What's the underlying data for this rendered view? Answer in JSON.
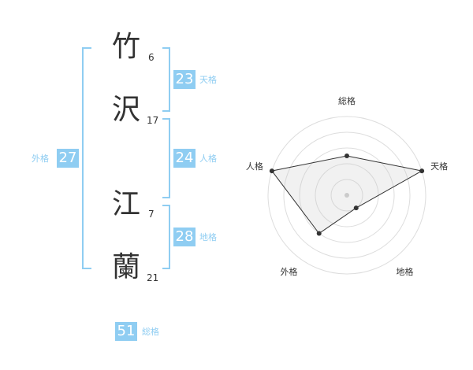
{
  "name": {
    "chars": [
      {
        "char": "竹",
        "strokes": "6"
      },
      {
        "char": "沢",
        "strokes": "17"
      },
      {
        "char": "江",
        "strokes": "7"
      },
      {
        "char": "蘭",
        "strokes": "21"
      }
    ]
  },
  "fortunes": {
    "tenkaku": {
      "value": "23",
      "label": "天格"
    },
    "jinkaku": {
      "value": "24",
      "label": "人格"
    },
    "chikaku": {
      "value": "28",
      "label": "地格"
    },
    "gaikaku": {
      "value": "27",
      "label": "外格"
    },
    "soukaku": {
      "value": "51",
      "label": "総格"
    }
  },
  "colors": {
    "accent": "#8fcdf2",
    "text": "#333333"
  },
  "chart_data": {
    "type": "radar",
    "axes": [
      "総格",
      "天格",
      "地格",
      "外格",
      "人格"
    ],
    "values": [
      2.5,
      5,
      1,
      3,
      5
    ],
    "max": 5
  }
}
